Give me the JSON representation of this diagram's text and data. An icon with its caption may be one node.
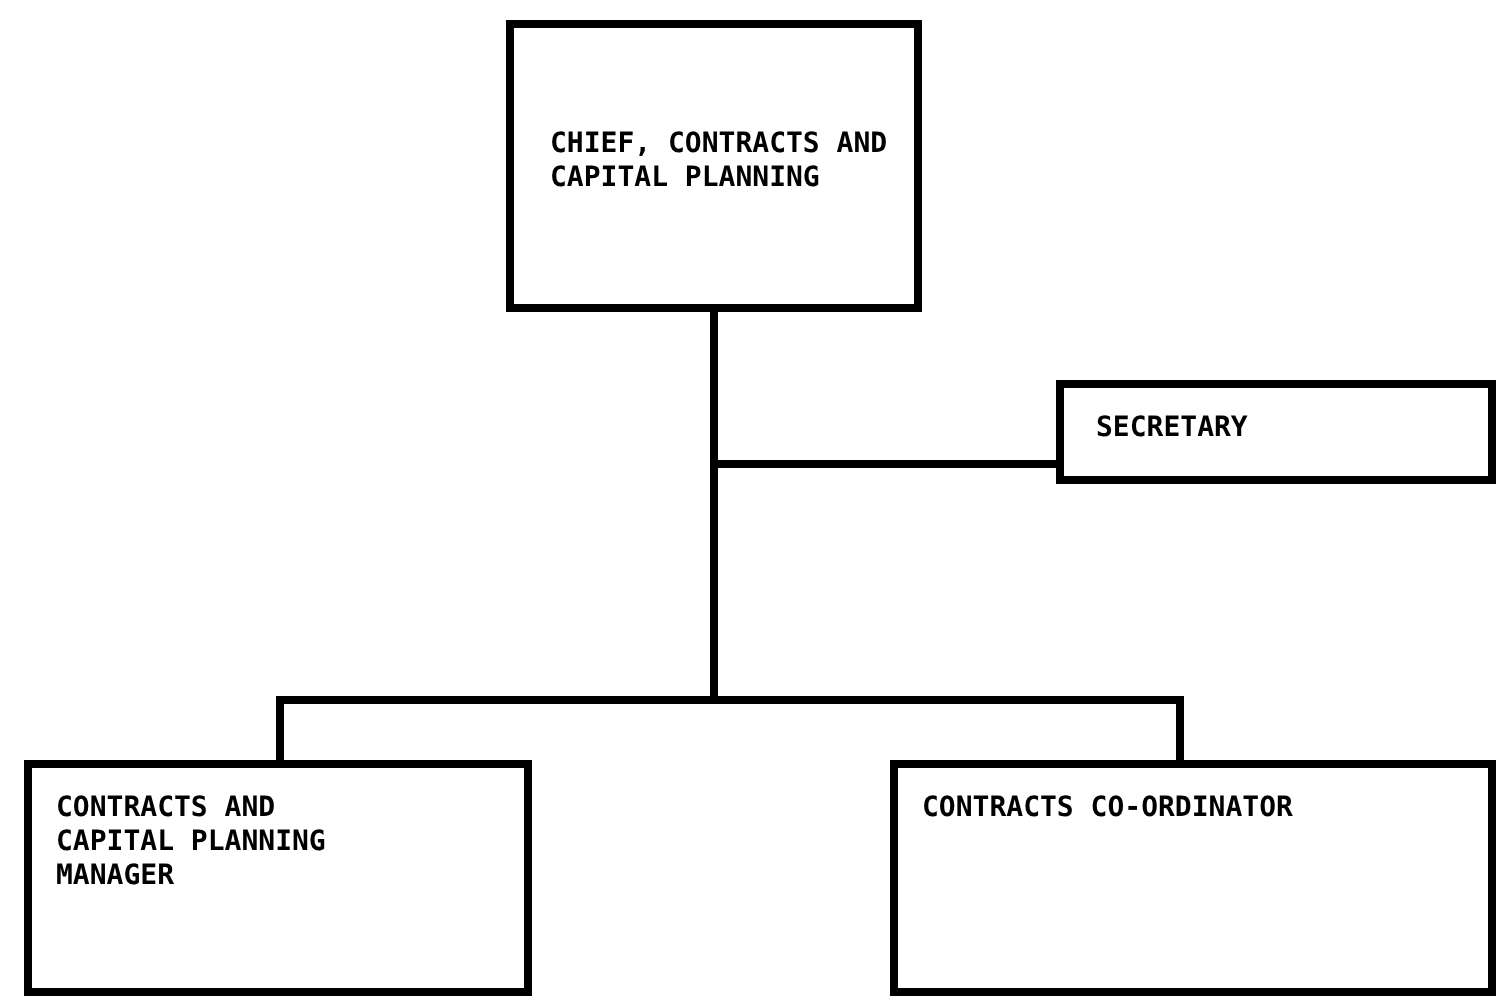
{
  "diagram": {
    "nodes": [
      {
        "text": [
          "CHIEF, CONTRACTS AND CAPITAL PLANNING"
        ]
      },
      {
        "text": [
          "SECRETARY"
        ]
      },
      {
        "text": [
          "CONTRACTS AND CAPITAL PLANNING MANAGER"
        ]
      },
      {
        "text": [
          "CONTRACTS CO-ORDINATOR"
        ]
      }
    ],
    "edges": [
      {
        "from": 0,
        "to": 1,
        "arrow": "none"
      },
      {
        "from": 0,
        "to": 2,
        "arrow": "none"
      },
      {
        "from": 0,
        "to": 3,
        "arrow": "none"
      }
    ]
  }
}
